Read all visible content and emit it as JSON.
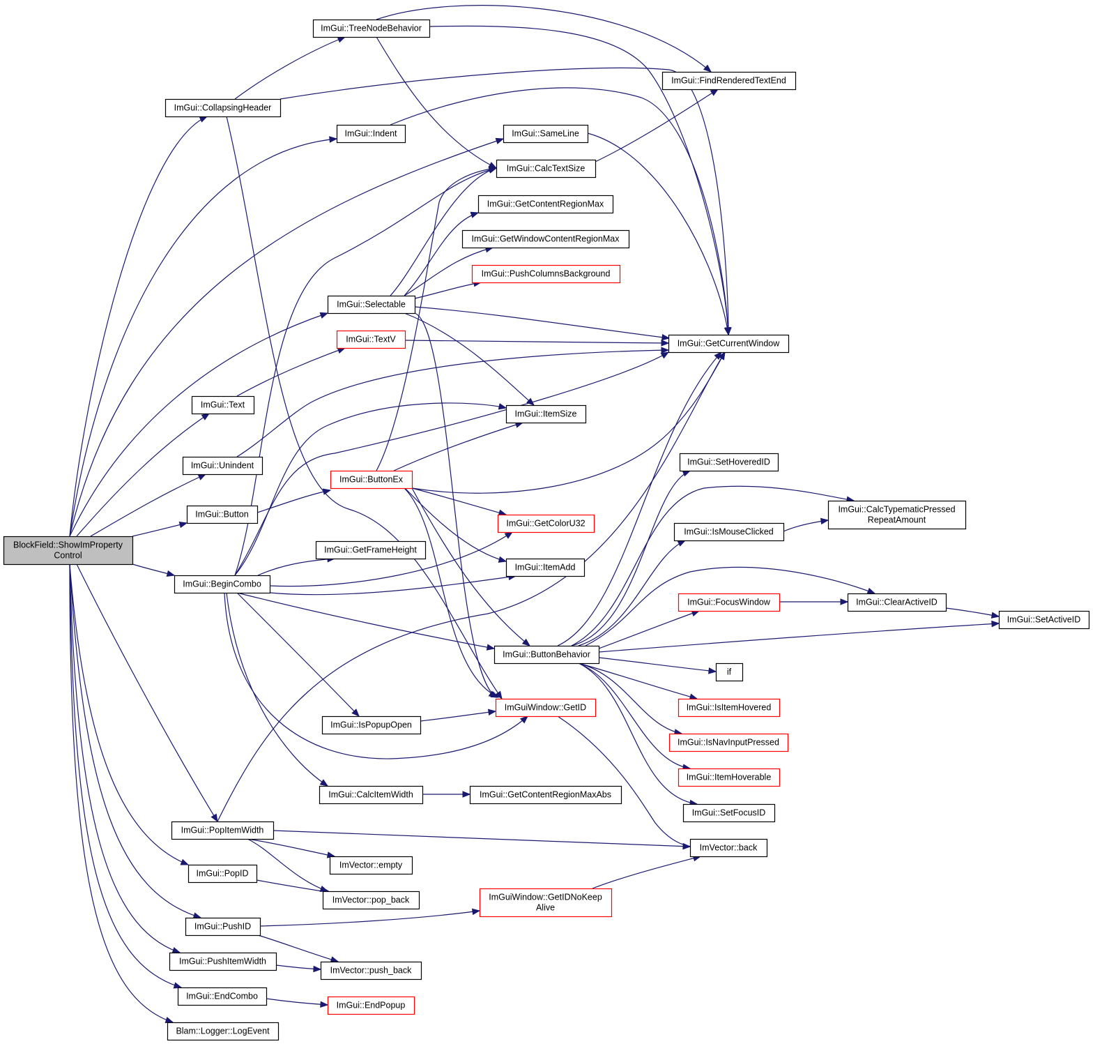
{
  "diagram": {
    "background": "#ffffff",
    "edge_color": "#191970",
    "node_fill_default": "#ffffff",
    "node_fill_root": "#bfbfbf",
    "node_border_default": "#000000",
    "node_border_truncated": "#ff0000",
    "nodes": [
      {
        "id": "root",
        "lines": [
          "BlockField::ShowImProperty",
          "Control"
        ],
        "style": "root"
      },
      {
        "id": "collapsingheader",
        "lines": [
          "ImGui::CollapsingHeader"
        ],
        "style": "normal"
      },
      {
        "id": "treenodebehavior",
        "lines": [
          "ImGui::TreeNodeBehavior"
        ],
        "style": "normal"
      },
      {
        "id": "findrenderedtextend",
        "lines": [
          "ImGui::FindRenderedTextEnd"
        ],
        "style": "normal"
      },
      {
        "id": "indent",
        "lines": [
          "ImGui::Indent"
        ],
        "style": "normal"
      },
      {
        "id": "sameline",
        "lines": [
          "ImGui::SameLine"
        ],
        "style": "normal"
      },
      {
        "id": "calctextsize",
        "lines": [
          "ImGui::CalcTextSize"
        ],
        "style": "normal"
      },
      {
        "id": "getcontentregionmax",
        "lines": [
          "ImGui::GetContentRegionMax"
        ],
        "style": "normal"
      },
      {
        "id": "getwindowcontentregionmax",
        "lines": [
          "ImGui::GetWindowContentRegionMax"
        ],
        "style": "normal"
      },
      {
        "id": "pushcolumnsbackground",
        "lines": [
          "ImGui::PushColumnsBackground"
        ],
        "style": "truncated"
      },
      {
        "id": "selectable",
        "lines": [
          "ImGui::Selectable"
        ],
        "style": "normal"
      },
      {
        "id": "textv",
        "lines": [
          "ImGui::TextV"
        ],
        "style": "truncated"
      },
      {
        "id": "getcurrentwindow",
        "lines": [
          "ImGui::GetCurrentWindow"
        ],
        "style": "normal"
      },
      {
        "id": "text",
        "lines": [
          "ImGui::Text"
        ],
        "style": "normal"
      },
      {
        "id": "itemsize",
        "lines": [
          "ImGui::ItemSize"
        ],
        "style": "normal"
      },
      {
        "id": "unindent",
        "lines": [
          "ImGui::Unindent"
        ],
        "style": "normal"
      },
      {
        "id": "buttonex",
        "lines": [
          "ImGui::ButtonEx"
        ],
        "style": "truncated"
      },
      {
        "id": "sethoveredid",
        "lines": [
          "ImGui::SetHoveredID"
        ],
        "style": "normal"
      },
      {
        "id": "button",
        "lines": [
          "ImGui::Button"
        ],
        "style": "normal"
      },
      {
        "id": "getcoloru32",
        "lines": [
          "ImGui::GetColorU32"
        ],
        "style": "truncated"
      },
      {
        "id": "calctypematic",
        "lines": [
          "ImGui::CalcTypematicPressed",
          "RepeatAmount"
        ],
        "style": "normal"
      },
      {
        "id": "ismouseclicked",
        "lines": [
          "ImGui::IsMouseClicked"
        ],
        "style": "normal"
      },
      {
        "id": "getframeheight",
        "lines": [
          "ImGui::GetFrameHeight"
        ],
        "style": "normal"
      },
      {
        "id": "itemadd",
        "lines": [
          "ImGui::ItemAdd"
        ],
        "style": "normal"
      },
      {
        "id": "begincombo",
        "lines": [
          "ImGui::BeginCombo"
        ],
        "style": "normal"
      },
      {
        "id": "focuswindow",
        "lines": [
          "ImGui::FocusWindow"
        ],
        "style": "truncated"
      },
      {
        "id": "clearactiveid",
        "lines": [
          "ImGui::ClearActiveID"
        ],
        "style": "normal"
      },
      {
        "id": "setactiveid",
        "lines": [
          "ImGui::SetActiveID"
        ],
        "style": "normal"
      },
      {
        "id": "buttonbehavior",
        "lines": [
          "ImGui::ButtonBehavior"
        ],
        "style": "normal"
      },
      {
        "id": "if",
        "lines": [
          "if"
        ],
        "style": "normal"
      },
      {
        "id": "getid",
        "lines": [
          "ImGuiWindow::GetID"
        ],
        "style": "truncated"
      },
      {
        "id": "isitemhovered",
        "lines": [
          "ImGui::IsItemHovered"
        ],
        "style": "truncated"
      },
      {
        "id": "ispopupopen",
        "lines": [
          "ImGui::IsPopupOpen"
        ],
        "style": "normal"
      },
      {
        "id": "isnavinputpressed",
        "lines": [
          "ImGui::IsNavInputPressed"
        ],
        "style": "truncated"
      },
      {
        "id": "itemhoverable",
        "lines": [
          "ImGui::ItemHoverable"
        ],
        "style": "truncated"
      },
      {
        "id": "calcitemwidth",
        "lines": [
          "ImGui::CalcItemWidth"
        ],
        "style": "normal"
      },
      {
        "id": "getcontentregionmaxabs",
        "lines": [
          "ImGui::GetContentRegionMaxAbs"
        ],
        "style": "normal"
      },
      {
        "id": "setfocusid",
        "lines": [
          "ImGui::SetFocusID"
        ],
        "style": "normal"
      },
      {
        "id": "popitemwidth",
        "lines": [
          "ImGui::PopItemWidth"
        ],
        "style": "normal"
      },
      {
        "id": "imvectorback",
        "lines": [
          "ImVector::back"
        ],
        "style": "normal"
      },
      {
        "id": "imvectorempty",
        "lines": [
          "ImVector::empty"
        ],
        "style": "normal"
      },
      {
        "id": "popid",
        "lines": [
          "ImGui::PopID"
        ],
        "style": "normal"
      },
      {
        "id": "popback",
        "lines": [
          "ImVector::pop_back"
        ],
        "style": "normal"
      },
      {
        "id": "getidnokeepalive",
        "lines": [
          "ImGuiWindow::GetIDNoKeep",
          "Alive"
        ],
        "style": "truncated"
      },
      {
        "id": "pushid",
        "lines": [
          "ImGui::PushID"
        ],
        "style": "normal"
      },
      {
        "id": "pushitemwidth",
        "lines": [
          "ImGui::PushItemWidth"
        ],
        "style": "normal"
      },
      {
        "id": "pushback",
        "lines": [
          "ImVector::push_back"
        ],
        "style": "normal"
      },
      {
        "id": "endcombo",
        "lines": [
          "ImGui::EndCombo"
        ],
        "style": "normal"
      },
      {
        "id": "endpopup",
        "lines": [
          "ImGui::EndPopup"
        ],
        "style": "truncated"
      },
      {
        "id": "logevent",
        "lines": [
          "Blam::Logger::LogEvent"
        ],
        "style": "normal"
      }
    ],
    "edges": [
      {
        "from": "root",
        "to": "collapsingheader"
      },
      {
        "from": "root",
        "to": "indent"
      },
      {
        "from": "root",
        "to": "sameline"
      },
      {
        "from": "root",
        "to": "selectable"
      },
      {
        "from": "root",
        "to": "text"
      },
      {
        "from": "root",
        "to": "unindent"
      },
      {
        "from": "root",
        "to": "button"
      },
      {
        "from": "root",
        "to": "begincombo"
      },
      {
        "from": "root",
        "to": "popitemwidth"
      },
      {
        "from": "root",
        "to": "popid"
      },
      {
        "from": "root",
        "to": "pushid"
      },
      {
        "from": "root",
        "to": "pushitemwidth"
      },
      {
        "from": "root",
        "to": "endcombo"
      },
      {
        "from": "root",
        "to": "logevent"
      },
      {
        "from": "collapsingheader",
        "to": "treenodebehavior"
      },
      {
        "from": "collapsingheader",
        "to": "getcurrentwindow"
      },
      {
        "from": "collapsingheader",
        "to": "getid"
      },
      {
        "from": "treenodebehavior",
        "to": "findrenderedtextend"
      },
      {
        "from": "treenodebehavior",
        "to": "getcurrentwindow"
      },
      {
        "from": "treenodebehavior",
        "to": "calctextsize"
      },
      {
        "from": "indent",
        "to": "getcurrentwindow"
      },
      {
        "from": "sameline",
        "to": "getcurrentwindow"
      },
      {
        "from": "calctextsize",
        "to": "findrenderedtextend"
      },
      {
        "from": "selectable",
        "to": "calctextsize"
      },
      {
        "from": "selectable",
        "to": "getcontentregionmax"
      },
      {
        "from": "selectable",
        "to": "getwindowcontentregionmax"
      },
      {
        "from": "selectable",
        "to": "pushcolumnsbackground"
      },
      {
        "from": "selectable",
        "to": "getcurrentwindow"
      },
      {
        "from": "selectable",
        "to": "itemsize"
      },
      {
        "from": "selectable",
        "to": "getid"
      },
      {
        "from": "textv",
        "to": "getcurrentwindow"
      },
      {
        "from": "text",
        "to": "textv"
      },
      {
        "from": "unindent",
        "to": "getcurrentwindow"
      },
      {
        "from": "button",
        "to": "buttonex"
      },
      {
        "from": "buttonex",
        "to": "calctextsize"
      },
      {
        "from": "buttonex",
        "to": "itemsize"
      },
      {
        "from": "buttonex",
        "to": "getcurrentwindow"
      },
      {
        "from": "buttonex",
        "to": "getcoloru32"
      },
      {
        "from": "buttonex",
        "to": "itemadd"
      },
      {
        "from": "buttonex",
        "to": "buttonbehavior"
      },
      {
        "from": "buttonex",
        "to": "getid"
      },
      {
        "from": "begincombo",
        "to": "calctextsize"
      },
      {
        "from": "begincombo",
        "to": "itemsize"
      },
      {
        "from": "begincombo",
        "to": "getcurrentwindow"
      },
      {
        "from": "begincombo",
        "to": "getframeheight"
      },
      {
        "from": "begincombo",
        "to": "getcoloru32"
      },
      {
        "from": "begincombo",
        "to": "itemadd"
      },
      {
        "from": "begincombo",
        "to": "buttonbehavior"
      },
      {
        "from": "begincombo",
        "to": "ispopupopen"
      },
      {
        "from": "begincombo",
        "to": "getid"
      },
      {
        "from": "begincombo",
        "to": "calcitemwidth"
      },
      {
        "from": "buttonbehavior",
        "to": "getcurrentwindow"
      },
      {
        "from": "buttonbehavior",
        "to": "sethoveredid"
      },
      {
        "from": "buttonbehavior",
        "to": "calctypematic"
      },
      {
        "from": "buttonbehavior",
        "to": "ismouseclicked"
      },
      {
        "from": "buttonbehavior",
        "to": "clearactiveid"
      },
      {
        "from": "buttonbehavior",
        "to": "focuswindow"
      },
      {
        "from": "buttonbehavior",
        "to": "setactiveid"
      },
      {
        "from": "buttonbehavior",
        "to": "if"
      },
      {
        "from": "buttonbehavior",
        "to": "isitemhovered"
      },
      {
        "from": "buttonbehavior",
        "to": "isnavinputpressed"
      },
      {
        "from": "buttonbehavior",
        "to": "itemhoverable"
      },
      {
        "from": "buttonbehavior",
        "to": "setfocusid"
      },
      {
        "from": "ismouseclicked",
        "to": "calctypematic"
      },
      {
        "from": "focuswindow",
        "to": "clearactiveid"
      },
      {
        "from": "clearactiveid",
        "to": "setactiveid"
      },
      {
        "from": "getid",
        "to": "imvectorback"
      },
      {
        "from": "ispopupopen",
        "to": "getid"
      },
      {
        "from": "calcitemwidth",
        "to": "getcontentregionmaxabs"
      },
      {
        "from": "popitemwidth",
        "to": "getcurrentwindow"
      },
      {
        "from": "popitemwidth",
        "to": "imvectorback"
      },
      {
        "from": "popitemwidth",
        "to": "imvectorempty"
      },
      {
        "from": "popitemwidth",
        "to": "popback"
      },
      {
        "from": "popid",
        "to": "popback"
      },
      {
        "from": "getidnokeepalive",
        "to": "imvectorback"
      },
      {
        "from": "pushid",
        "to": "getidnokeepalive"
      },
      {
        "from": "pushid",
        "to": "pushback"
      },
      {
        "from": "pushitemwidth",
        "to": "pushback"
      },
      {
        "from": "endcombo",
        "to": "endpopup"
      }
    ]
  }
}
